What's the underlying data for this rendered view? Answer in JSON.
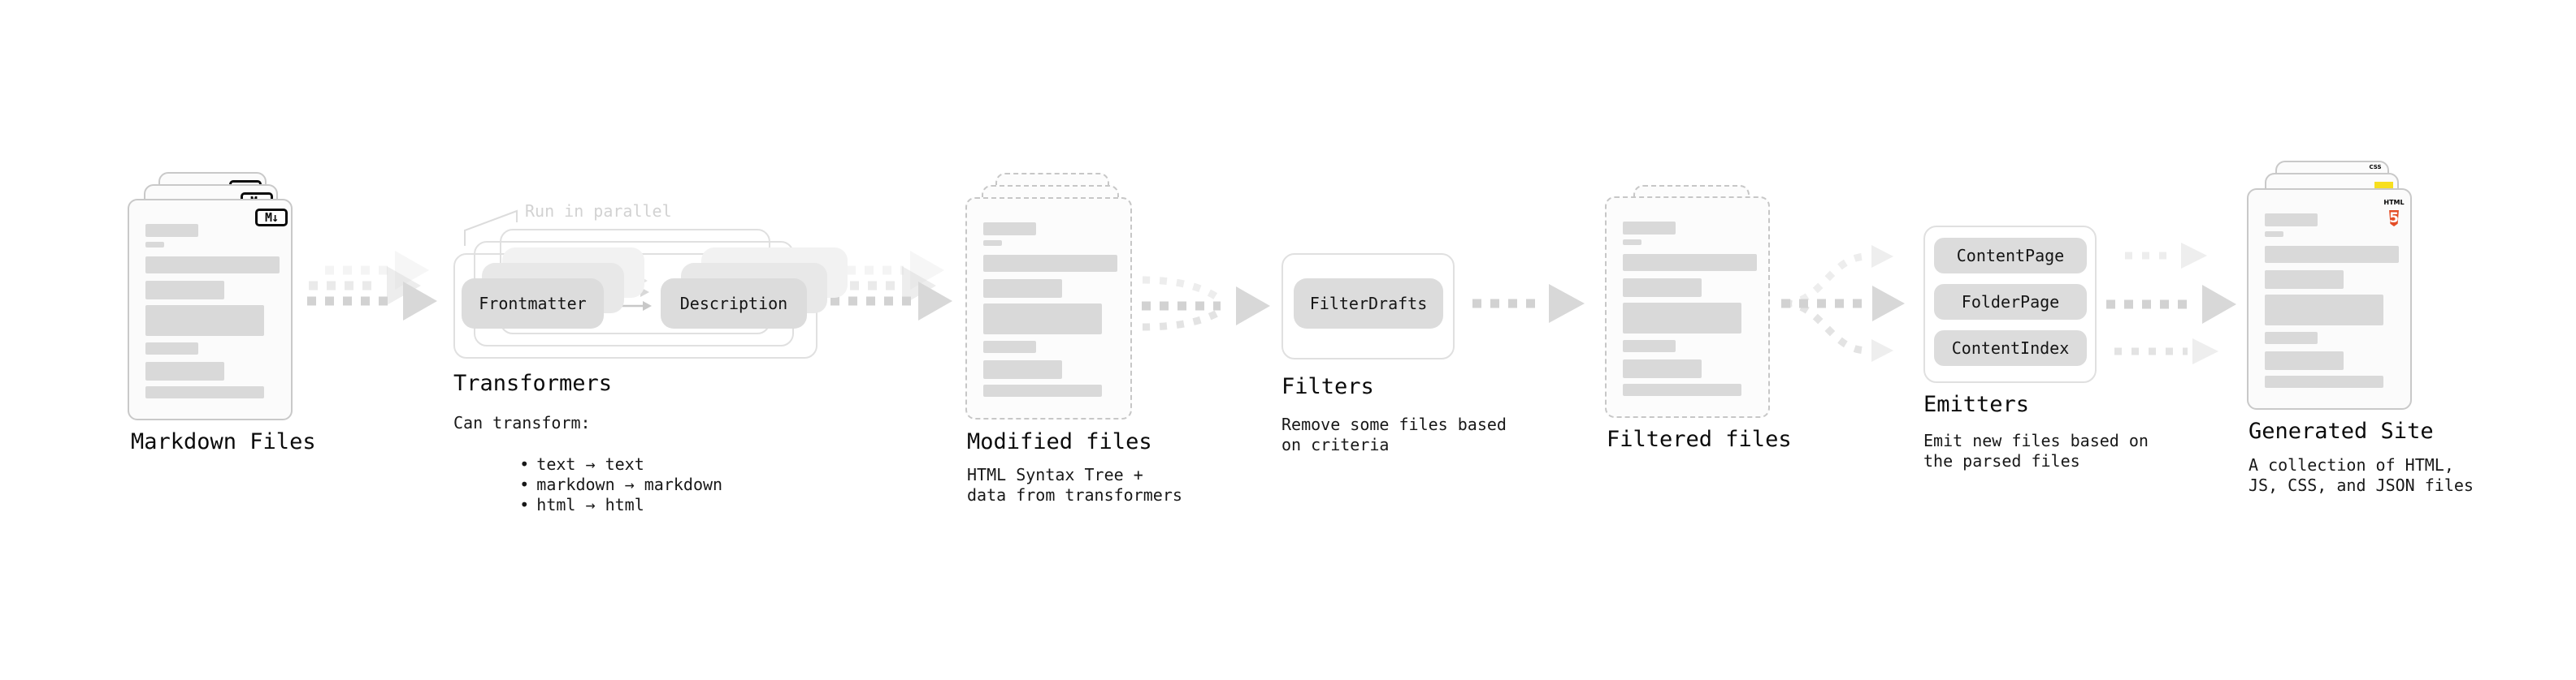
{
  "colors": {
    "skeleton_bar": "#d9d9d9",
    "pill_fill": "#dcdcdc",
    "arrow_gray": "#d2d2d2",
    "annotation_gray": "#d2d2d2",
    "text": "#111111",
    "html5_orange": "#e44d26",
    "js_yellow": "#f7df1e",
    "css_blue": "#2965f1"
  },
  "stages": {
    "markdown_files": {
      "label": "Markdown Files",
      "file_badge": "M↓"
    },
    "transformers": {
      "title": "Transformers",
      "annotation": "Run in parallel",
      "pill_left": "Frontmatter",
      "pill_right": "Description",
      "caption_heading": "Can transform:",
      "bullet_char": "•",
      "bullets": [
        "text → text",
        "markdown → markdown",
        "html → html"
      ]
    },
    "modified_files": {
      "label": "Modified files",
      "caption": [
        "HTML Syntax Tree +",
        "data from transformers"
      ]
    },
    "filters": {
      "title": "Filters",
      "pill": "FilterDrafts",
      "caption": [
        "Remove some files based",
        "on criteria"
      ]
    },
    "filtered_files": {
      "label": "Filtered files"
    },
    "emitters": {
      "title": "Emitters",
      "pills": [
        "ContentPage",
        "FolderPage",
        "ContentIndex"
      ],
      "caption": [
        "Emit new files based on",
        "the parsed files"
      ]
    },
    "generated_site": {
      "label": "Generated Site",
      "caption": [
        "A collection of HTML,",
        "JS, CSS, and JSON files"
      ],
      "badges": {
        "css": "CSS",
        "html_label": "HTML",
        "html_number": "5"
      }
    }
  }
}
